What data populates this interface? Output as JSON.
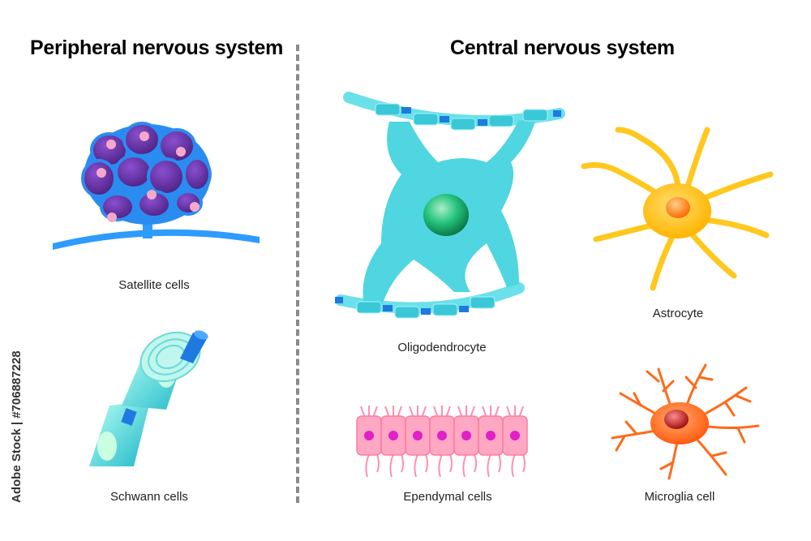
{
  "headings": {
    "peripheral": "Peripheral nervous system",
    "central": "Central nervous system"
  },
  "captions": {
    "satellite": "Satellite cells",
    "schwann": "Schwann cells",
    "oligodendrocyte": "Oligodendrocyte",
    "astrocyte": "Astrocyte",
    "ependymal": "Ependymal cells",
    "microglia": "Microglia cell"
  },
  "side_text": "Adobe Stock | #706887228",
  "colors": {
    "satellite_cell": "#6a2fa0",
    "satellite_nucleus": "#f5a8c8",
    "nerve_blue": "#1e90ff",
    "schwann_teal": "#3fd0d0",
    "oligodendrocyte": "#4fd6e0",
    "oligo_nucleus": "#1bb36a",
    "astrocyte": "#ffc81e",
    "astro_nucleus": "#ff7a00",
    "ependymal": "#ff8fb0",
    "ependymal_nucleus": "#e020c8",
    "microglia": "#ff6a1a",
    "microglia_nucleus": "#c0181a"
  }
}
